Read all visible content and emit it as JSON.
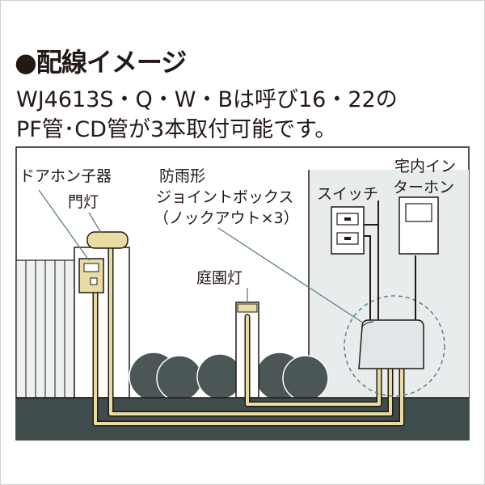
{
  "heading": "●配線イメージ",
  "description": {
    "line1": "WJ4613S・Q・W・Bは呼び16・22の",
    "line2": "PF管･CD管が3本取付可能です。"
  },
  "labels": {
    "door_phone": "ドアホン子器",
    "gate_light": "門灯",
    "junction_box_1": "防雨形",
    "junction_box_2": "ジョイントボックス",
    "junction_box_3": "（ノックアウト×3）",
    "garden_light": "庭園灯",
    "switch": "スイッチ",
    "intercom_1": "宅内イン",
    "intercom_2": "ターホン"
  },
  "colors": {
    "ground": "#3f4c4c",
    "wall": "#e8ecec",
    "conduit": "#e9dca2",
    "conduit_edge": "#231815",
    "shrub": "#4b5656",
    "leader": "#5e8184",
    "highlight_circle": "#5e8184",
    "box_fill": "#e3e6e8"
  }
}
